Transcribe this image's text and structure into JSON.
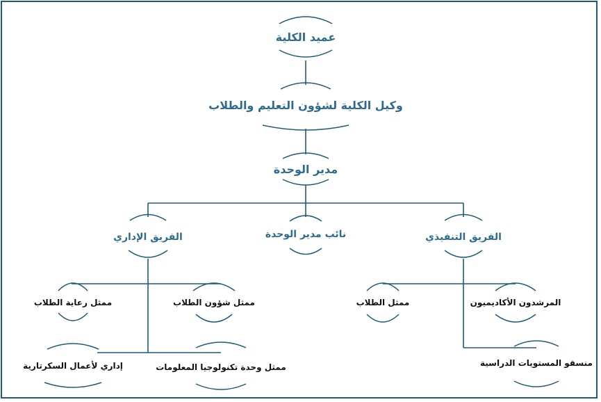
{
  "colors": {
    "line": "#1f5a78",
    "primary_text": "#2d6b8f",
    "secondary_text": "#111111",
    "border": "#1f5a78"
  },
  "nodes": {
    "dean": "عميد الكلية",
    "vice_dean": "وكيل الكلية لشؤون التعليم والطلاب",
    "unit_director": "مدير الوحدة",
    "deputy_director": "نائب مدير الوحدة",
    "executive_team": "الفريق التنفيذي",
    "administrative_team": "الفريق الإداري",
    "academic_advisors": "المرشدون الأكاديميون",
    "students_representative": "ممثل الطلاب",
    "study_levels_coordinator": "منسقو المستويات الدراسية",
    "student_affairs_rep": "ممثل شؤون الطلاب",
    "student_care_rep": "ممثل رعاية الطلاب",
    "it_unit_rep": "ممثل وحدة تكنولوجيا المعلومات",
    "secretarial_admin": "إداري لأعمال السكرتارية"
  }
}
